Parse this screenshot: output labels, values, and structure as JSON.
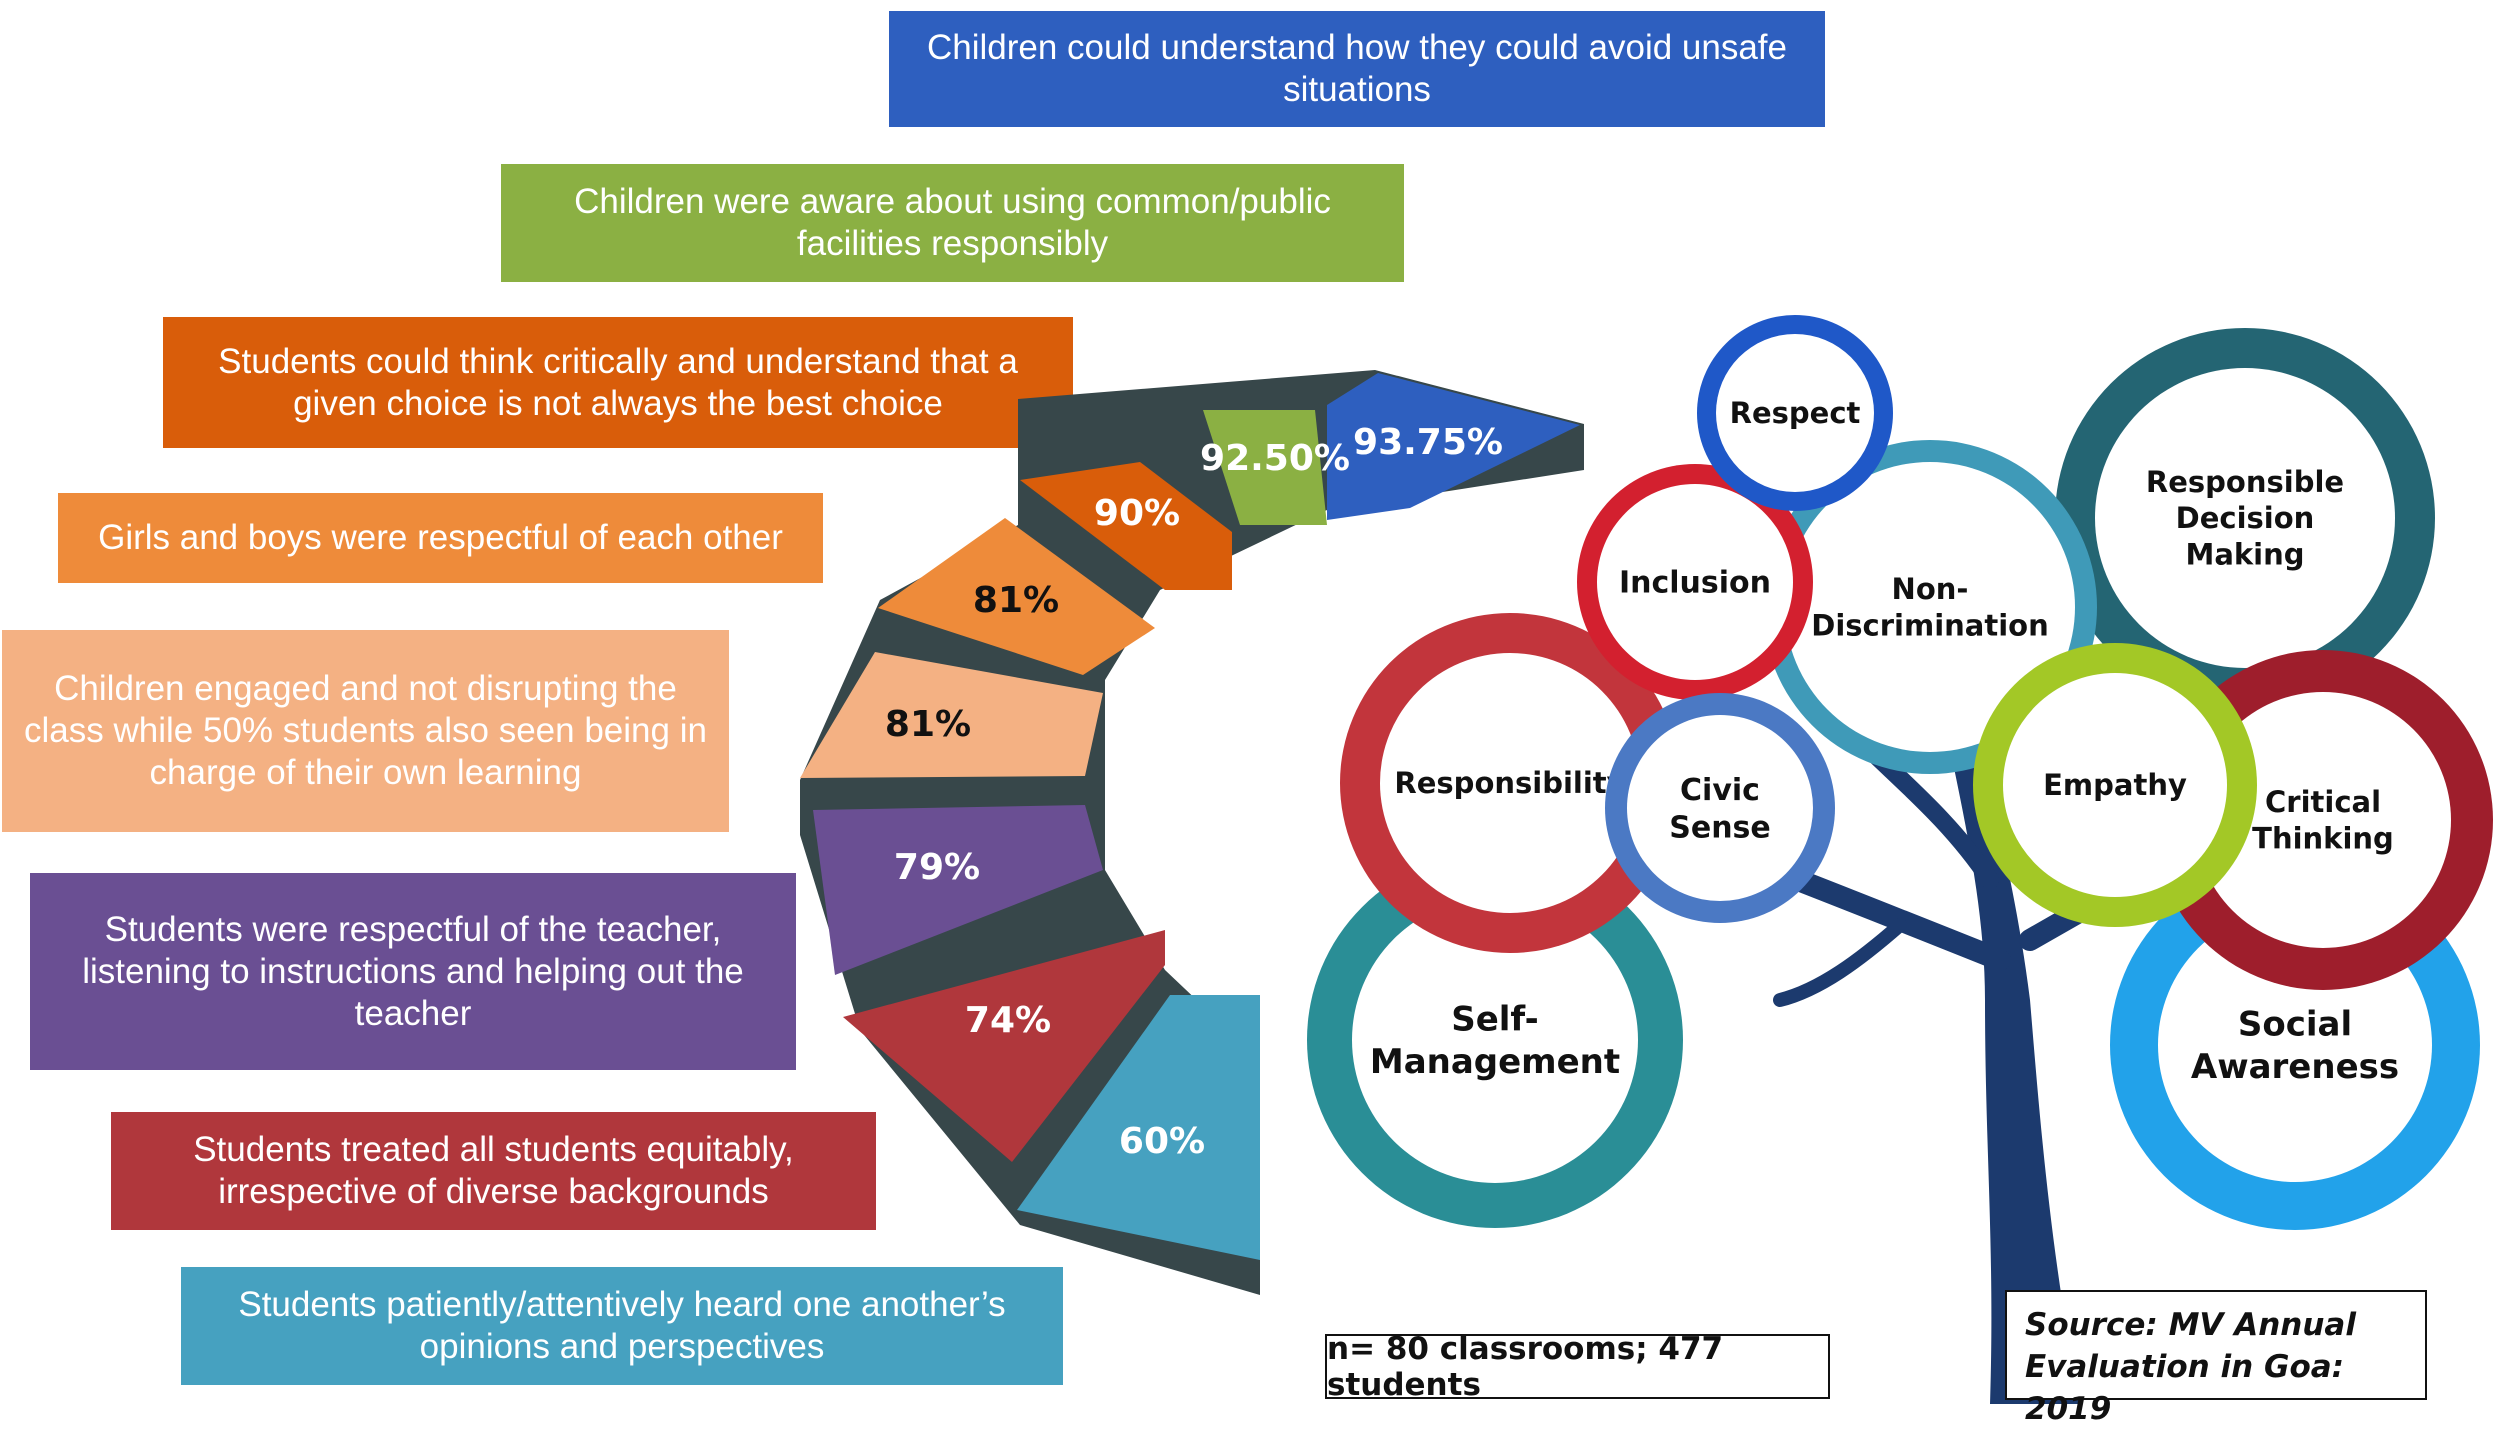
{
  "findings": [
    {
      "text": "Children could understand how they could avoid unsafe situations",
      "percent": "93.75%",
      "color": "#2E5FBF"
    },
    {
      "text": "Children were aware about using common/public facilities responsibly",
      "percent": "92.50%",
      "color": "#8BB043"
    },
    {
      "text": "Students could think critically and understand that a given choice is not always the best choice",
      "percent": "90%",
      "color": "#D95D0A"
    },
    {
      "text": "Girls and boys were respectful of each other",
      "percent": "81%",
      "color": "#EE8B3A"
    },
    {
      "text": "Children engaged and not disrupting the class while 50% students also seen being in charge of their own learning",
      "percent": "81%",
      "color": "#F4B183"
    },
    {
      "text": "Students were respectful of the teacher, listening to instructions and helping out the teacher",
      "percent": "79%",
      "color": "#6A4F93"
    },
    {
      "text": "Students treated all students equitably, irrespective of diverse backgrounds",
      "percent": "74%",
      "color": "#B0373C"
    },
    {
      "text": "Students patiently/attentively heard one another’s opinions and perspectives",
      "percent": "60%",
      "color": "#46A1C0"
    }
  ],
  "competencies": [
    {
      "label": "Respect",
      "ring": "#1F58C8"
    },
    {
      "label": "Non-Discrimination",
      "ring": "#3F9AB8"
    },
    {
      "label": "Inclusion",
      "ring": "#D3202F"
    },
    {
      "label": "Responsible Decision Making",
      "ring": "#246573"
    },
    {
      "label": "Responsibility",
      "ring": "#C2353C"
    },
    {
      "label": "Civic Sense",
      "ring": "#4B79C4"
    },
    {
      "label": "Empathy",
      "ring": "#A3C826"
    },
    {
      "label": "Critical Thinking",
      "ring": "#9E1E2C"
    },
    {
      "label": "Self-Management",
      "ring": "#2A8E96"
    },
    {
      "label": "Social Awareness",
      "ring": "#22A2EA"
    }
  ],
  "colors": {
    "stair_side": "#37474A",
    "tree": "#1C3A6E",
    "label_fill": "#FFFFFF"
  },
  "sample_note": "n= 80 classrooms; 477 students",
  "source_note": "Source: MV Annual Evaluation in Goa: 2019"
}
